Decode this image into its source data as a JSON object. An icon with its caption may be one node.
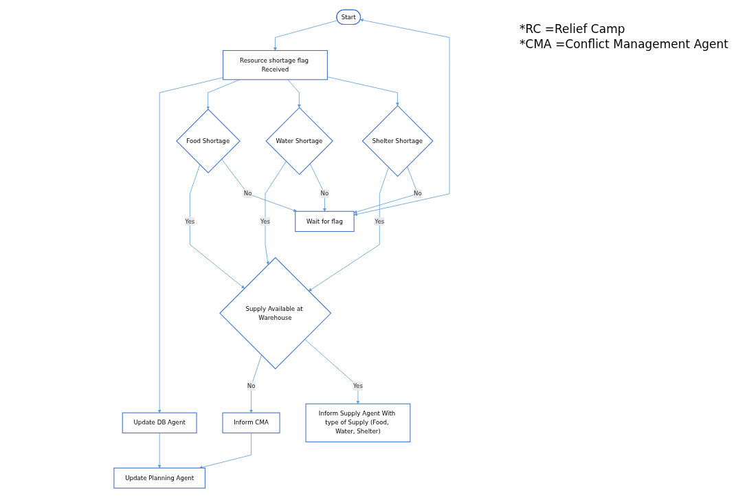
{
  "diagram": {
    "nodes": [
      {
        "text": [
          "Start"
        ]
      },
      {
        "text": [
          "Resource shortage flag Received"
        ]
      },
      {
        "text": [
          "Update DB Agent"
        ]
      },
      {
        "text": [
          "Update Planning Agent"
        ]
      },
      {
        "text": [
          "Food Shortage"
        ]
      },
      {
        "text": [
          "Supply Available at Warehouse"
        ]
      },
      {
        "text": [
          "Water Shortage"
        ]
      },
      {
        "text": [
          "Shelter Shortage"
        ]
      },
      {
        "text": [
          "Inform CMA"
        ]
      },
      {
        "text": [
          "Inform Supply Agent With type of Supply (Food, Water, Shelter)"
        ]
      },
      {
        "text": [
          "Wait for flag"
        ]
      }
    ],
    "edges": [
      {
        "from": 0,
        "to": 1,
        "arrow": "to"
      },
      {
        "from": 1,
        "to": 2,
        "arrow": "to"
      },
      {
        "from": 2,
        "to": 3,
        "arrow": "to"
      },
      {
        "from": 1,
        "to": 4,
        "arrow": "to"
      },
      {
        "from": 1,
        "to": 6,
        "arrow": "to"
      },
      {
        "from": 1,
        "to": 7,
        "arrow": "to"
      },
      {
        "from": 4,
        "to": 5,
        "label": "Yes",
        "arrow": "to"
      },
      {
        "from": 6,
        "to": 5,
        "label": "Yes",
        "arrow": "to"
      },
      {
        "from": 7,
        "to": 5,
        "label": "Yes",
        "arrow": "to"
      },
      {
        "from": 5,
        "to": 8,
        "label": "No",
        "arrow": "to"
      },
      {
        "from": 5,
        "to": 9,
        "label": "Yes",
        "arrow": "to"
      },
      {
        "from": 8,
        "to": 3,
        "arrow": "to"
      },
      {
        "from": 4,
        "to": 10,
        "label": "No",
        "arrow": "to"
      },
      {
        "from": 6,
        "to": 10,
        "label": "No",
        "arrow": "to"
      },
      {
        "from": 7,
        "to": 10,
        "label": "No",
        "arrow": "to"
      },
      {
        "from": 10,
        "to": 0,
        "arrow": "both"
      }
    ],
    "labels": [
      "*RC =Relief Camp",
      "*CMA =Conflict Management Agent"
    ]
  }
}
